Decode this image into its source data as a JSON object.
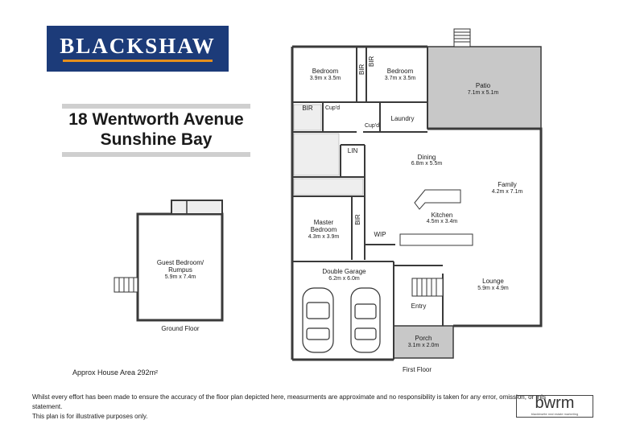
{
  "brand": {
    "name": "BLACKSHAW",
    "accent": "#e58f1d",
    "bg": "#1c3b79"
  },
  "address": {
    "line1": "18 Wentworth Avenue",
    "line2": "Sunshine Bay"
  },
  "rooms": {
    "bedroom1": {
      "name": "Bedroom",
      "size": "3.9m x 3.5m"
    },
    "bedroom2": {
      "name": "Bedroom",
      "size": "3.7m x 3.5m"
    },
    "patio": {
      "name": "Patio",
      "size": "7.1m x 5.1m"
    },
    "dining": {
      "name": "Dining",
      "size": "6.8m x 5.5m"
    },
    "family": {
      "name": "Family",
      "size": "4.2m x 7.1m"
    },
    "kitchen": {
      "name": "Kitchen",
      "size": "4.5m x 3.4m"
    },
    "master_line1": "Master",
    "master_line2": "Bedroom",
    "master_size": "4.3m x 3.9m",
    "garage": {
      "name": "Double Garage",
      "size": "6.2m x 6.0m"
    },
    "lounge": {
      "name": "Lounge",
      "size": "5.9m x 4.9m"
    },
    "entry": "Entry",
    "porch": {
      "name": "Porch",
      "size": "3.1m x 2.0m"
    },
    "guest_line1": "Guest Bedroom/",
    "guest_line2": "Rumpus",
    "guest_size": "5.9m x 7.4m",
    "bir": "BIR",
    "cupd": "Cup'd",
    "laundry": "Laundry",
    "lin": "LIN",
    "wip": "WIP"
  },
  "floors": {
    "ground": "Ground Floor",
    "first": "First Floor"
  },
  "house_area": "Approx House Area 292m²",
  "disclaimer": {
    "line1": "Whilst every effort has been made to ensure the accuracy of the floor plan depicted here, measurments are approximate and no responsibility is taken for any error, omission, or mis statement.",
    "line2": "This plan is for illustrative purposes only."
  },
  "credit": {
    "name": "bwrm",
    "tagline": "blackbwrite real estate marketing"
  }
}
